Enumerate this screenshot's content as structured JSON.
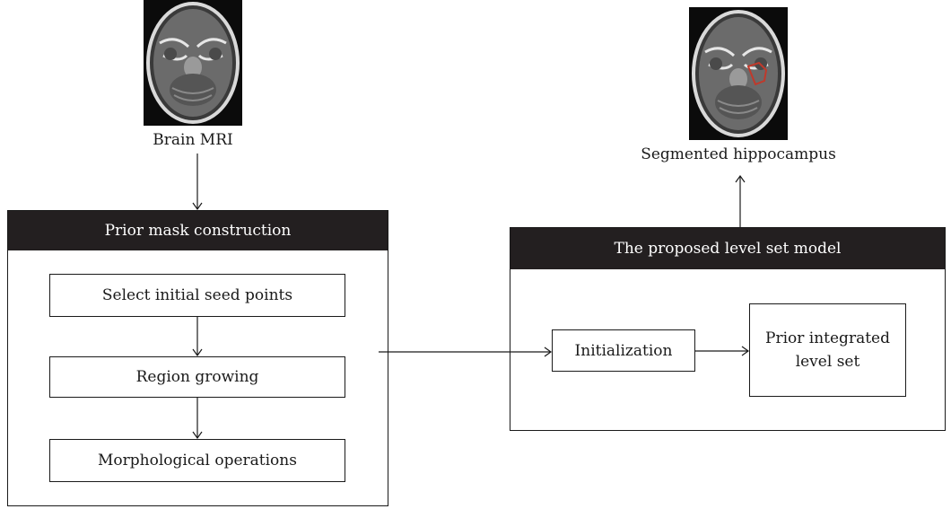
{
  "input": {
    "caption": "Brain MRI",
    "image_icon": "brain-mri-axial-image"
  },
  "output": {
    "caption": "Segmented hippocampus",
    "image_icon": "brain-mri-axial-image-with-red-contour",
    "contour_color": "#c0392b"
  },
  "prior_mask": {
    "title": "Prior mask construction",
    "steps": [
      "Select initial seed points",
      "Region growing",
      "Morphological operations"
    ]
  },
  "level_set": {
    "title": "The proposed level set model",
    "init_label": "Initialization",
    "prior_label_line1": "Prior integrated",
    "prior_label_line2": "level set"
  },
  "colors": {
    "header_bg": "#231f20",
    "header_text": "#ffffff",
    "stroke": "#1a1a1a"
  }
}
